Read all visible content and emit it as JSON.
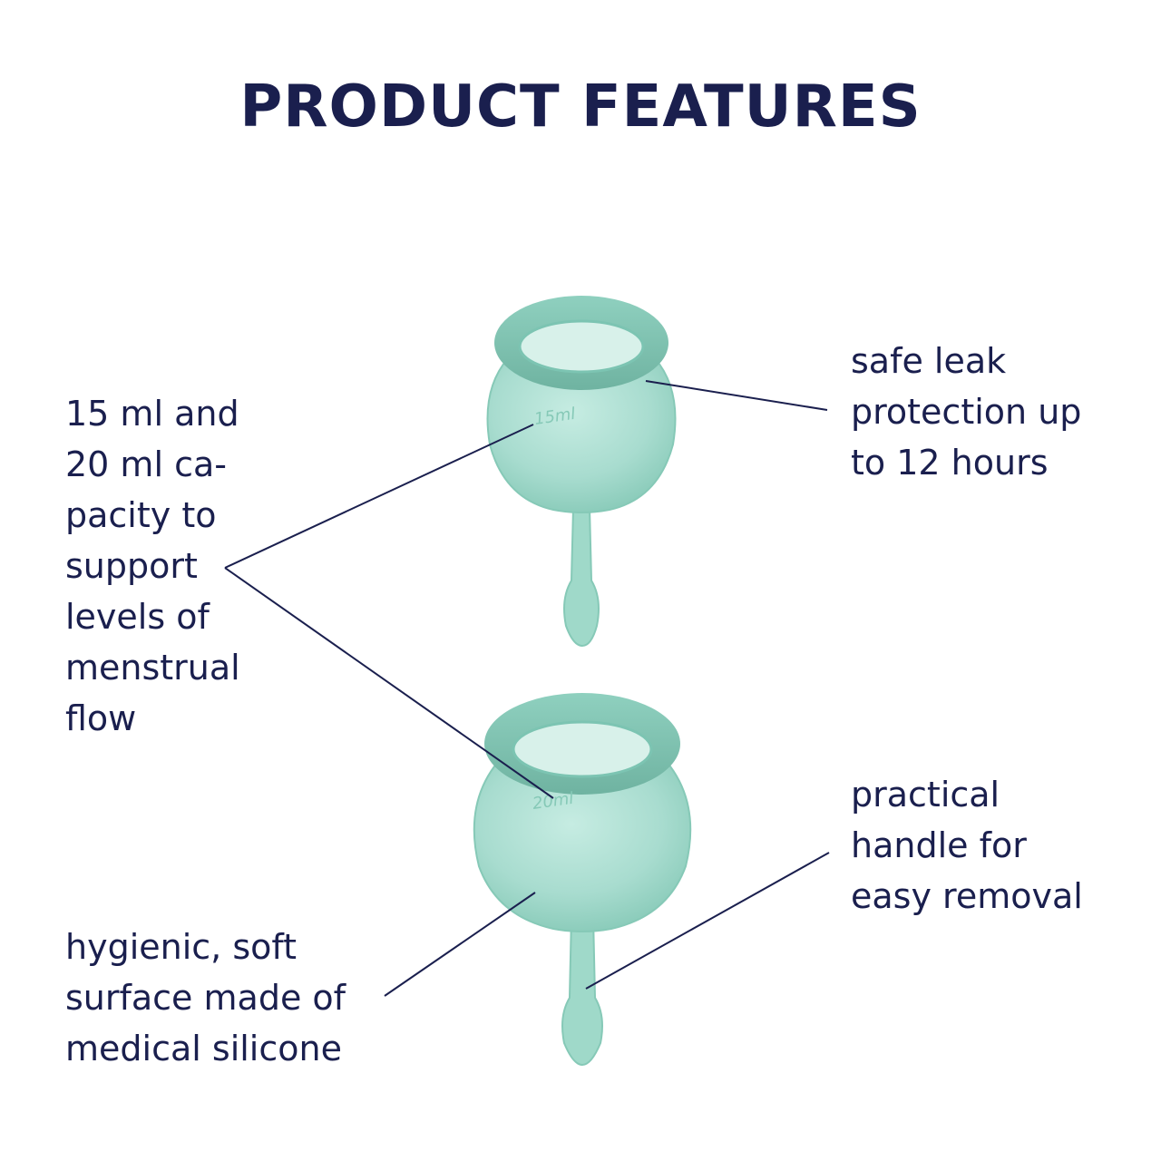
{
  "page": {
    "title": "PRODUCT FEATURES"
  },
  "features": {
    "capacity": "15 ml and\n20 ml ca-\npacity to\nsupport\nlevels of\nmenstrual\nflow",
    "leak": "safe leak\nprotection up\nto 12 hours",
    "handle": "practical\nhandle for\neasy removal",
    "silicone": "hygienic, soft\nsurface made of\nmedical silicone"
  },
  "cups": {
    "small_marking": "15ml",
    "large_marking": "20ml"
  },
  "colors": {
    "text": "#1a1f4e",
    "cup_fill": "#a8dccf",
    "cup_rim": "#7cc4b2",
    "cup_shadow": "#6fb3a1",
    "line": "#1a1f4e"
  }
}
